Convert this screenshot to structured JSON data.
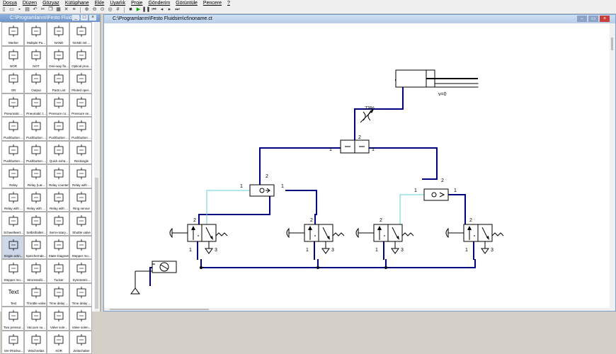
{
  "menu": [
    "Dosya",
    "Düzen",
    "Gözyaz",
    "Kütüphane",
    "Ekle",
    "Uyarlık",
    "Proje",
    "Gönderim",
    "Görüntüle",
    "Pencere",
    "?"
  ],
  "toolbar": {
    "icons": [
      "new-icon",
      "open-icon",
      "save-icon",
      "print-icon",
      "undo-icon",
      "cut-icon",
      "copy-icon",
      "paste-icon",
      "delete-icon",
      "align-icon",
      "zoom-in-icon",
      "zoom-out-icon",
      "zoom-fit-icon",
      "zoom-window-icon",
      "grid-icon",
      "stop-icon",
      "play-icon",
      "pause-icon",
      "rewind-icon",
      "step-back-icon",
      "step-icon",
      "fast-icon"
    ]
  },
  "library": {
    "title": "C:\\Programlarım\\Festo Fluidsim...",
    "items": [
      "Merker",
      "Multiple Pu...",
      "NAND",
      "NAND mit ...",
      "NOR",
      "NOT",
      "One-way flo...",
      "Optical prox...",
      "OR",
      "Output",
      "Parts List",
      "Piloted oper...",
      "Pneumatic ...",
      "Pneumatic t...",
      "Pressure co...",
      "Pressure se...",
      "Pushbutton ...",
      "Pushbutton ...",
      "Pushbutton ...",
      "Pushbutton ...",
      "Pushbutton ...",
      "Pushbutton ...",
      "Quick exha...",
      "Rectangle",
      "Relay",
      "Relay (Lat...",
      "Relay counter",
      "Relay with ...",
      "Relay with ...",
      "Relay with ...",
      "Relay with ...",
      "Ring sensor",
      "Schwellwert...",
      "Selbsthalter...",
      "Semi-rotary...",
      "Shuttle valve",
      "Single actin...",
      "Speichernde...",
      "State Diagram",
      "Stepper mo...",
      "Stepper mo...",
      "Stromstoßr...",
      "Tucker",
      "Symmetric...",
      "Text",
      "Throttle valve",
      "Time delay ...",
      "Time delay ...",
      "Two pressur...",
      "Vacuum su...",
      "Valve sole...",
      "Valve solen...",
      "Ver-/Rückw...",
      "Wischrelais",
      "XOR",
      "Zeitschalter"
    ],
    "text_cell_label": "Text"
  },
  "circuit": {
    "title": "C:\\Programlarım\\Festo Fluidsim\\ct\\noname.ct",
    "throttle_percent": "73%",
    "cylinder_speed": "v=0",
    "ports": {
      "one": "1",
      "two": "2",
      "three": "3"
    }
  },
  "colors": {
    "pressurized": "#00007f",
    "exhaust": "#5fd3d3",
    "line": "#000000"
  }
}
